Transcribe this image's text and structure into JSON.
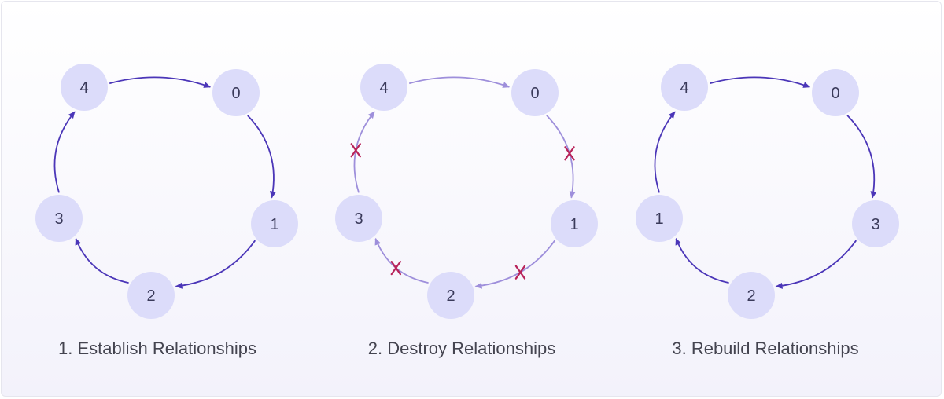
{
  "panels": [
    {
      "caption": "1. Establish Relationships",
      "style": "dark",
      "nodes": [
        "4",
        "0",
        "1",
        "2",
        "3"
      ],
      "edges": [
        {
          "from": "4",
          "to": "0",
          "broken": false
        },
        {
          "from": "0",
          "to": "1",
          "broken": false
        },
        {
          "from": "1",
          "to": "2",
          "broken": false
        },
        {
          "from": "2",
          "to": "3",
          "broken": false
        },
        {
          "from": "3",
          "to": "4",
          "broken": false
        }
      ]
    },
    {
      "caption": "2. Destroy Relationships",
      "style": "light",
      "nodes": [
        "4",
        "0",
        "1",
        "2",
        "3"
      ],
      "edges": [
        {
          "from": "4",
          "to": "0",
          "broken": false
        },
        {
          "from": "0",
          "to": "1",
          "broken": true
        },
        {
          "from": "1",
          "to": "2",
          "broken": true
        },
        {
          "from": "2",
          "to": "3",
          "broken": true
        },
        {
          "from": "3",
          "to": "4",
          "broken": true
        }
      ]
    },
    {
      "caption": "3. Rebuild Relationships",
      "style": "dark",
      "nodes": [
        "4",
        "0",
        "3",
        "2",
        "1"
      ],
      "edges": [
        {
          "from": "4",
          "to": "0",
          "broken": false
        },
        {
          "from": "0",
          "to": "3",
          "broken": false
        },
        {
          "from": "3",
          "to": "2",
          "broken": false
        },
        {
          "from": "2",
          "to": "1",
          "broken": false
        },
        {
          "from": "1",
          "to": "4",
          "broken": false
        }
      ]
    }
  ],
  "colors": {
    "node_fill": "#dcdcfa",
    "edge_dark": "#4b36b8",
    "edge_light": "#9e8fdb",
    "break_mark": "#b8235a"
  }
}
